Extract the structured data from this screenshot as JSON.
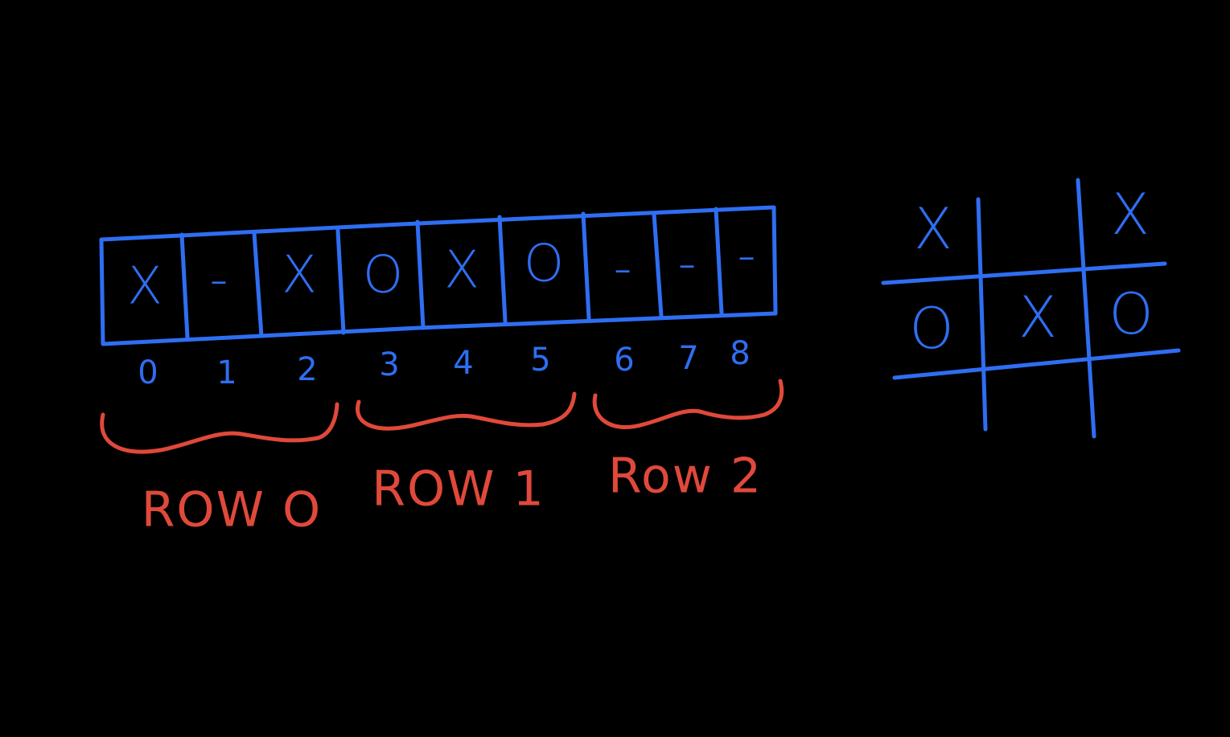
{
  "colors": {
    "background": "#000000",
    "blue_ink": "#2f6ef2",
    "array_fill": "#0d2c66",
    "red_ink": "#e0493a"
  },
  "array": {
    "cells": [
      "X",
      "-",
      "X",
      "O",
      "X",
      "O",
      "-",
      "-",
      "-"
    ],
    "indices": [
      "0",
      "1",
      "2",
      "3",
      "4",
      "5",
      "6",
      "7",
      "8"
    ]
  },
  "row_labels": [
    "ROW O",
    "ROW 1",
    "Row 2"
  ],
  "grid": {
    "cells": [
      "X",
      "",
      "X",
      "O",
      "X",
      "O",
      "",
      "",
      ""
    ]
  }
}
